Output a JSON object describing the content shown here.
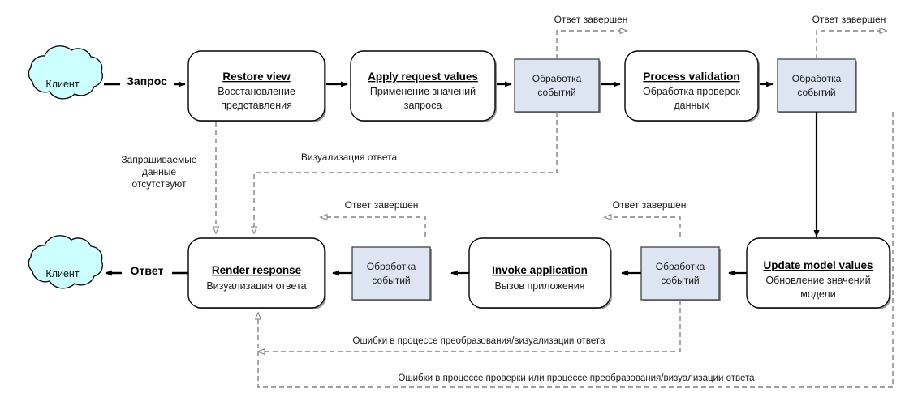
{
  "diagram": {
    "title": "JSF request processing lifecycle",
    "colors": {
      "cloud_fill": "#ccffff",
      "event_box_fill": "#dde5f2",
      "phase_box_fill": "#ffffff",
      "solid_line": "#000000",
      "dashed_line": "#808080",
      "box_shadow": "#808080"
    },
    "clouds": [
      {
        "id": "client-request",
        "label": "Клиент"
      },
      {
        "id": "client-response",
        "label": "Клиент"
      }
    ],
    "flow_labels": {
      "request": "Запрос",
      "response": "Ответ"
    },
    "phases": [
      {
        "id": "restore-view",
        "en": "Restore view",
        "ru": "Восстановление представления"
      },
      {
        "id": "apply-request-values",
        "en": "Apply request values",
        "ru": "Применение значений запроса"
      },
      {
        "id": "process-validation",
        "en": "Process validation",
        "ru": "Обработка проверок данных"
      },
      {
        "id": "update-model-values",
        "en": "Update model values",
        "ru": "Обновление значений модели"
      },
      {
        "id": "invoke-application",
        "en": "Invoke application",
        "ru": "Вызов приложения"
      },
      {
        "id": "render-response",
        "en": "Render response",
        "ru": "Визуализация ответа"
      }
    ],
    "event_boxes": [
      {
        "id": "event-1",
        "line1": "Обработка",
        "line2": "событий"
      },
      {
        "id": "event-2",
        "line1": "Обработка",
        "line2": "событий"
      },
      {
        "id": "event-3",
        "line1": "Обработка",
        "line2": "событий"
      },
      {
        "id": "event-4",
        "line1": "Обработка",
        "line2": "событий"
      }
    ],
    "annotations": {
      "response_complete_1": "Ответ завершен",
      "response_complete_2": "Ответ завершен",
      "response_complete_3": "Ответ завершен",
      "response_complete_4": "Ответ завершен",
      "no_data_line1": "Запрашиваемые",
      "no_data_line2": "данные",
      "no_data_line3": "отсутствуют",
      "render_response_label": "Визуализация ответа",
      "render_errors": "Ошибки в процессе преобразования/визуализации ответа",
      "validation_or_render_errors": "Ошибки в процессе проверки или процессе преобразования/визуализации ответа"
    }
  }
}
